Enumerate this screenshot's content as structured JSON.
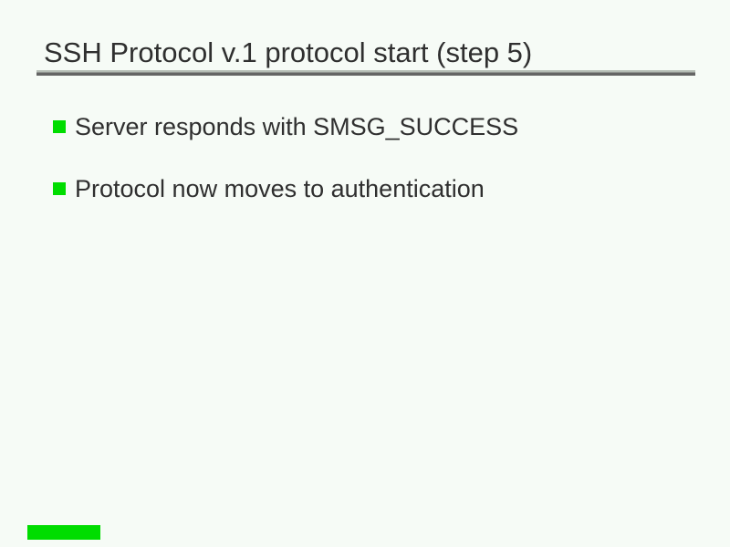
{
  "slide": {
    "title": "SSH Protocol v.1 protocol start (step 5)",
    "bullets": [
      "Server responds with SMSG_SUCCESS",
      "Protocol now moves to authentication"
    ],
    "progress_indicator": "slide-progress-bar"
  },
  "colors": {
    "background": "#f6fbf6",
    "bullet_green": "#00dd00",
    "progress_green": "#00dd00",
    "text": "#2f2f2f",
    "rule_light_band": "#b4bcb4",
    "rule_dark_band": "#646464"
  }
}
